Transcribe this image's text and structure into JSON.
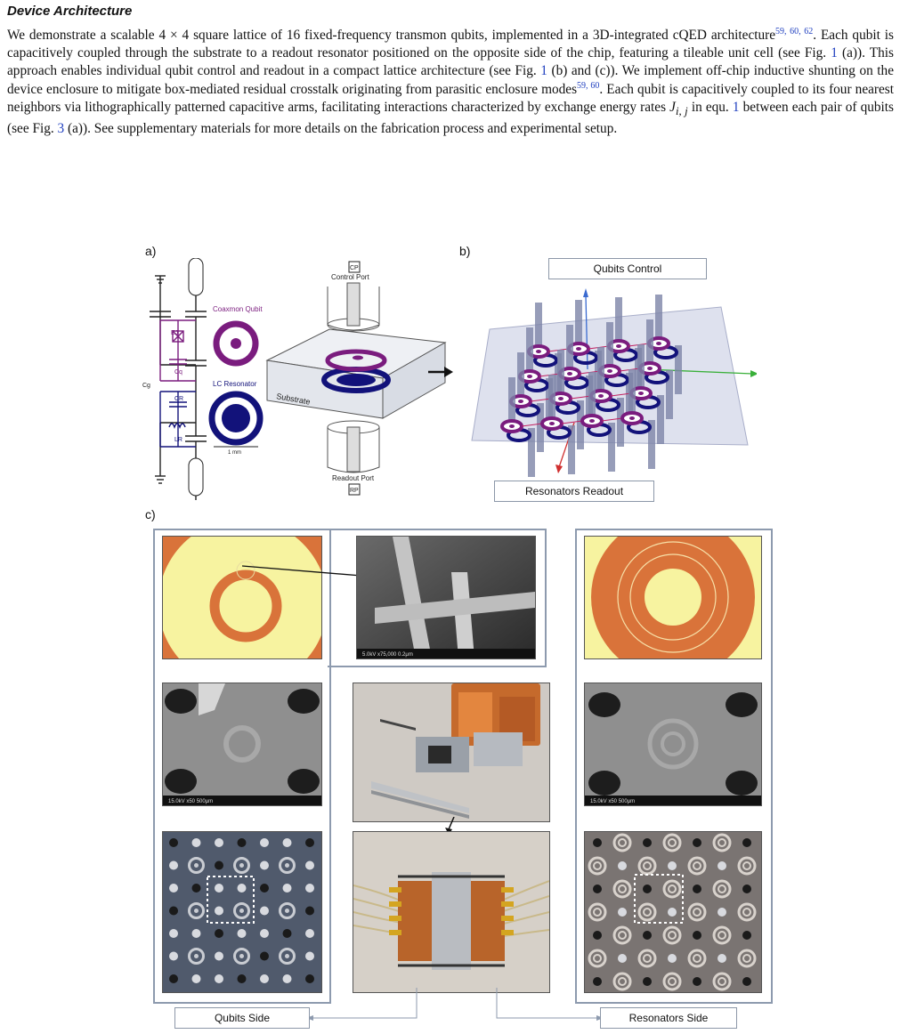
{
  "section": {
    "title": "Device Architecture"
  },
  "paragraph": {
    "s1": "We demonstrate a scalable 4 × 4 square lattice of 16 fixed-frequency transmon qubits, implemented in a 3D-integrated cQED architecture",
    "r1": "59, 60, 62",
    "s2": ". Each qubit is capacitively coupled through the substrate to a readout resonator positioned on the opposite side of the chip, featuring a tileable unit cell (see Fig. ",
    "f1": "1",
    "s3": " (a)). This approach enables individual qubit control and readout in a compact lattice architecture (see Fig. ",
    "f2": "1",
    "s4": " (b) and (c)). We implement off-chip inductive shunting on the device enclosure to mitigate box-mediated residual crosstalk originating from parasitic enclosure modes",
    "r2": "59, 60",
    "s5": ". Each qubit is capacitively coupled to its four nearest neighbors via lithographically patterned capacitive arms, facilitating interactions characterized by exchange energy rates ",
    "jsym": "J",
    "jsub": "i, j",
    "s6": " in equ. ",
    "e1": "1",
    "s7": " between each pair of qubits (see Fig. ",
    "f3": "3",
    "s8": " (a)). See supplementary materials for more details on the fabrication process and experimental setup."
  },
  "figure": {
    "panel_a": {
      "label": "a)",
      "ej": "EJ",
      "cq": "Cq",
      "cg": "Cg",
      "cr": "CR",
      "lr": "LR",
      "coaxmon": "Coaxmon Qubit",
      "lc": "LC Resonator",
      "scale": "1 mm",
      "cp": "CP",
      "control_port": "Control Port",
      "substrate": "Substrate",
      "readout_port": "Readout Port",
      "rp": "RP"
    },
    "panel_b": {
      "label": "b)",
      "qubits_control": "Qubits Control",
      "resonators_readout": "Resonators Readout"
    },
    "panel_c": {
      "label": "c)",
      "sem_small": "5.0kV   x75,000    0.2μm",
      "sem_left": "15.0kV    x50    500μm",
      "sem_right": "15.0kV    x50    500μm",
      "qubits_side": "Qubits Side",
      "resonators_side": "Resonators Side"
    }
  },
  "colors": {
    "qubit": "#7a1c7e",
    "resonator": "#12127a",
    "copper": "#d9733a",
    "pale": "#f7f3a0",
    "frame": "#8d9aae"
  }
}
